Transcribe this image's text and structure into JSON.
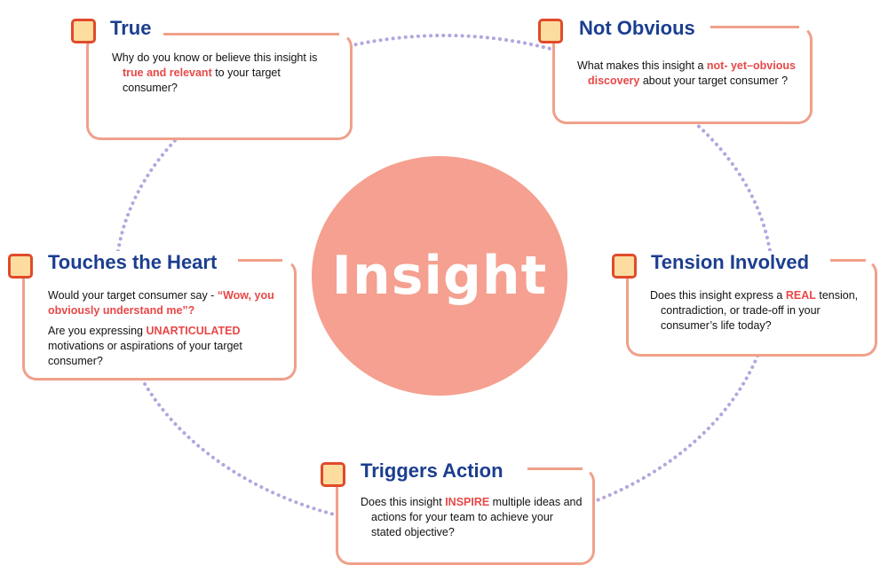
{
  "center": {
    "label": "Insight"
  },
  "colors": {
    "circle": "#f5a090",
    "card_border": "#f0a08a",
    "title": "#1b3e8f",
    "highlight": "#e84848",
    "dots": "#b3a6df",
    "checkbox_border": "#e04a2a",
    "checkbox_fill": "#fddca0"
  },
  "cards": {
    "true": {
      "title": "True",
      "l1": "Why do you know or believe this insight is",
      "hl": "true and relevant",
      "l2b": " to your target",
      "l3": "consumer?"
    },
    "not_obvious": {
      "title": "Not Obvious",
      "l1a": "What makes this insight a ",
      "hl1": "not- yet–obvious",
      "hl2": "discovery",
      "l2b": " about your  target consumer ?"
    },
    "heart": {
      "title": "Touches the Heart",
      "p1a": "Would your  target consumer say -  ",
      "hl1": "“Wow, you",
      "hl2": "obviously understand me”?",
      "p2a": "Are you expressing ",
      "hl3": "UNARTICULATED",
      "p2b": "motivations or aspirations of your target",
      "p2c": "consumer?"
    },
    "tension": {
      "title": "Tension Involved",
      "l1a": "Does this insight express a ",
      "hl": "REAL",
      "l1b": " tension,",
      "l2": "contradiction, or trade-off in your",
      "l3": "consumer’s life today?"
    },
    "action": {
      "title": "Triggers Action",
      "l1a": "Does this insight  ",
      "hl": "INSPIRE",
      "l1b": " multiple ideas and",
      "l2": "actions for your team to achieve your",
      "l3": "stated objective?"
    }
  }
}
